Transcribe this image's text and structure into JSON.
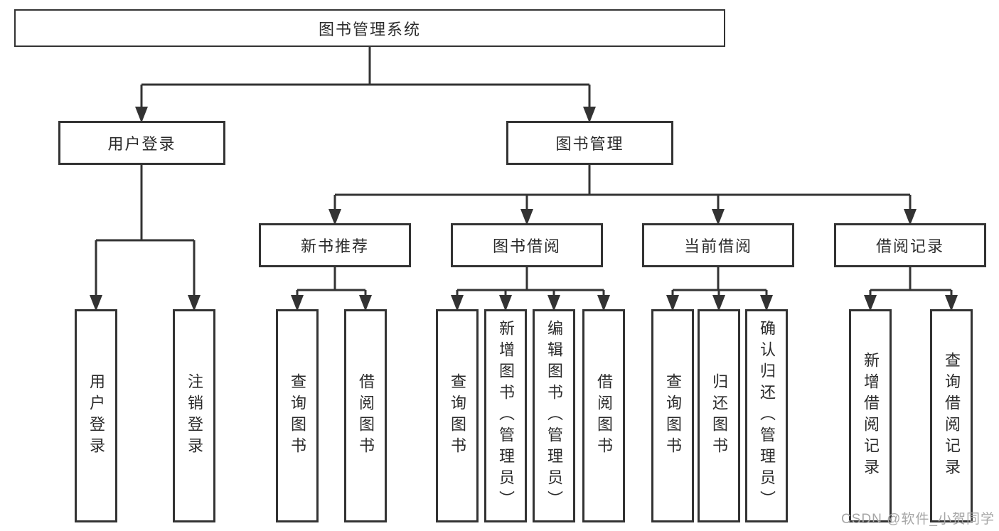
{
  "diagram": {
    "root": {
      "label": "图书管理系统"
    },
    "branches": [
      {
        "label": "用户登录",
        "children": [
          {
            "label": "用户登录"
          },
          {
            "label": "注销登录"
          }
        ]
      },
      {
        "label": "图书管理",
        "children": [
          {
            "label": "新书推荐",
            "children": [
              {
                "label": "查询图书"
              },
              {
                "label": "借阅图书"
              }
            ]
          },
          {
            "label": "图书借阅",
            "children": [
              {
                "label": "查询图书"
              },
              {
                "label": "新增图书（管理员）"
              },
              {
                "label": "编辑图书（管理员）"
              },
              {
                "label": "借阅图书"
              }
            ]
          },
          {
            "label": "当前借阅",
            "children": [
              {
                "label": "查询图书"
              },
              {
                "label": "归还图书"
              },
              {
                "label": "确认归还（管理员）"
              }
            ]
          },
          {
            "label": "借阅记录",
            "children": [
              {
                "label": "新增借阅记录"
              },
              {
                "label": "查询借阅记录"
              }
            ]
          }
        ]
      }
    ]
  },
  "watermark": {
    "text": "CSDN @软件_小贺同学"
  },
  "colors": {
    "line": "#333333",
    "text": "#2b2b2b",
    "background": "#ffffff",
    "watermark": "#a6a6a6"
  }
}
